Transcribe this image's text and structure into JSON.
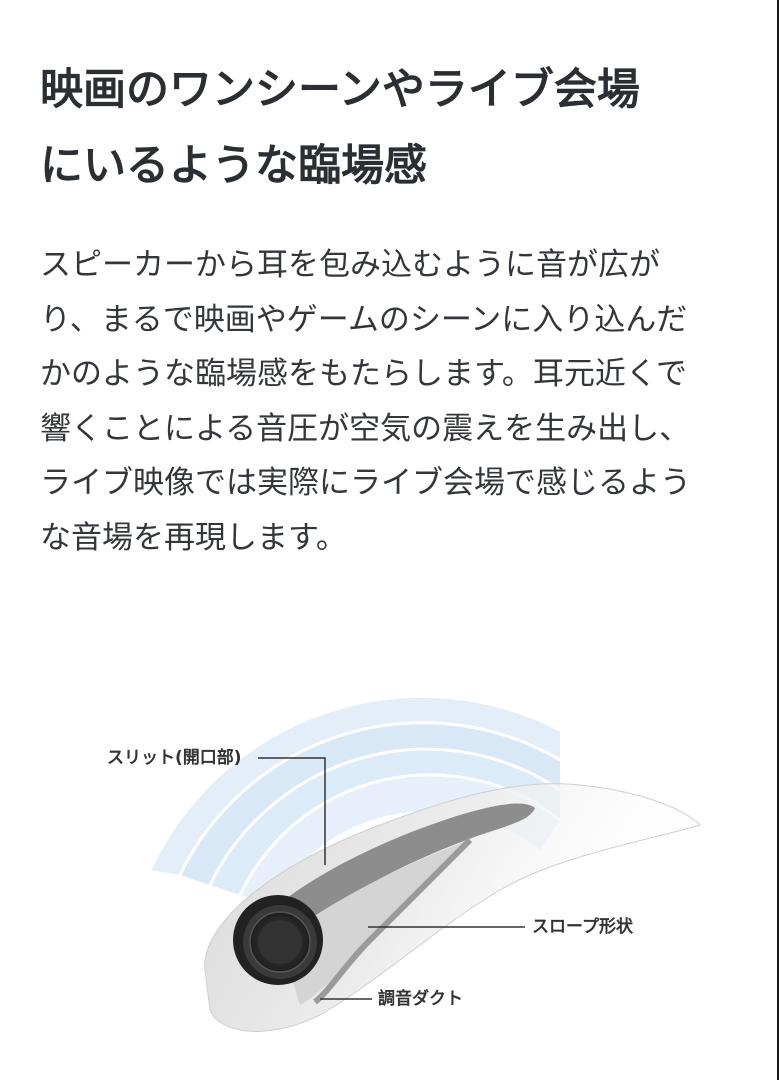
{
  "section": {
    "heading_lines": [
      "映画のワンシーンやライブ会場",
      "にいるような臨場感"
    ],
    "body_lines": [
      "スピーカーから耳を包み込むように音が広が",
      "り、まるで映画やゲームのシーンに入り込んだ",
      "かのような臨場感をもたらします。耳元近くで",
      "響くことによる音圧が空気の震えを生み出し、",
      "ライブ映像では実際にライブ会場で感じるよう",
      "な音場を再現します。"
    ]
  },
  "diagram": {
    "labels": {
      "slit": "スリット(開口部)",
      "slope": "スロープ形状",
      "duct": "調音ダクト"
    },
    "colors": {
      "wave": "#cfe3f6",
      "body_light": "#eeeeee",
      "body_mid": "#d6d6d6",
      "slit_dark": "#8a8a8a",
      "speaker": "#2a2a2a",
      "leader": "#333333"
    }
  }
}
